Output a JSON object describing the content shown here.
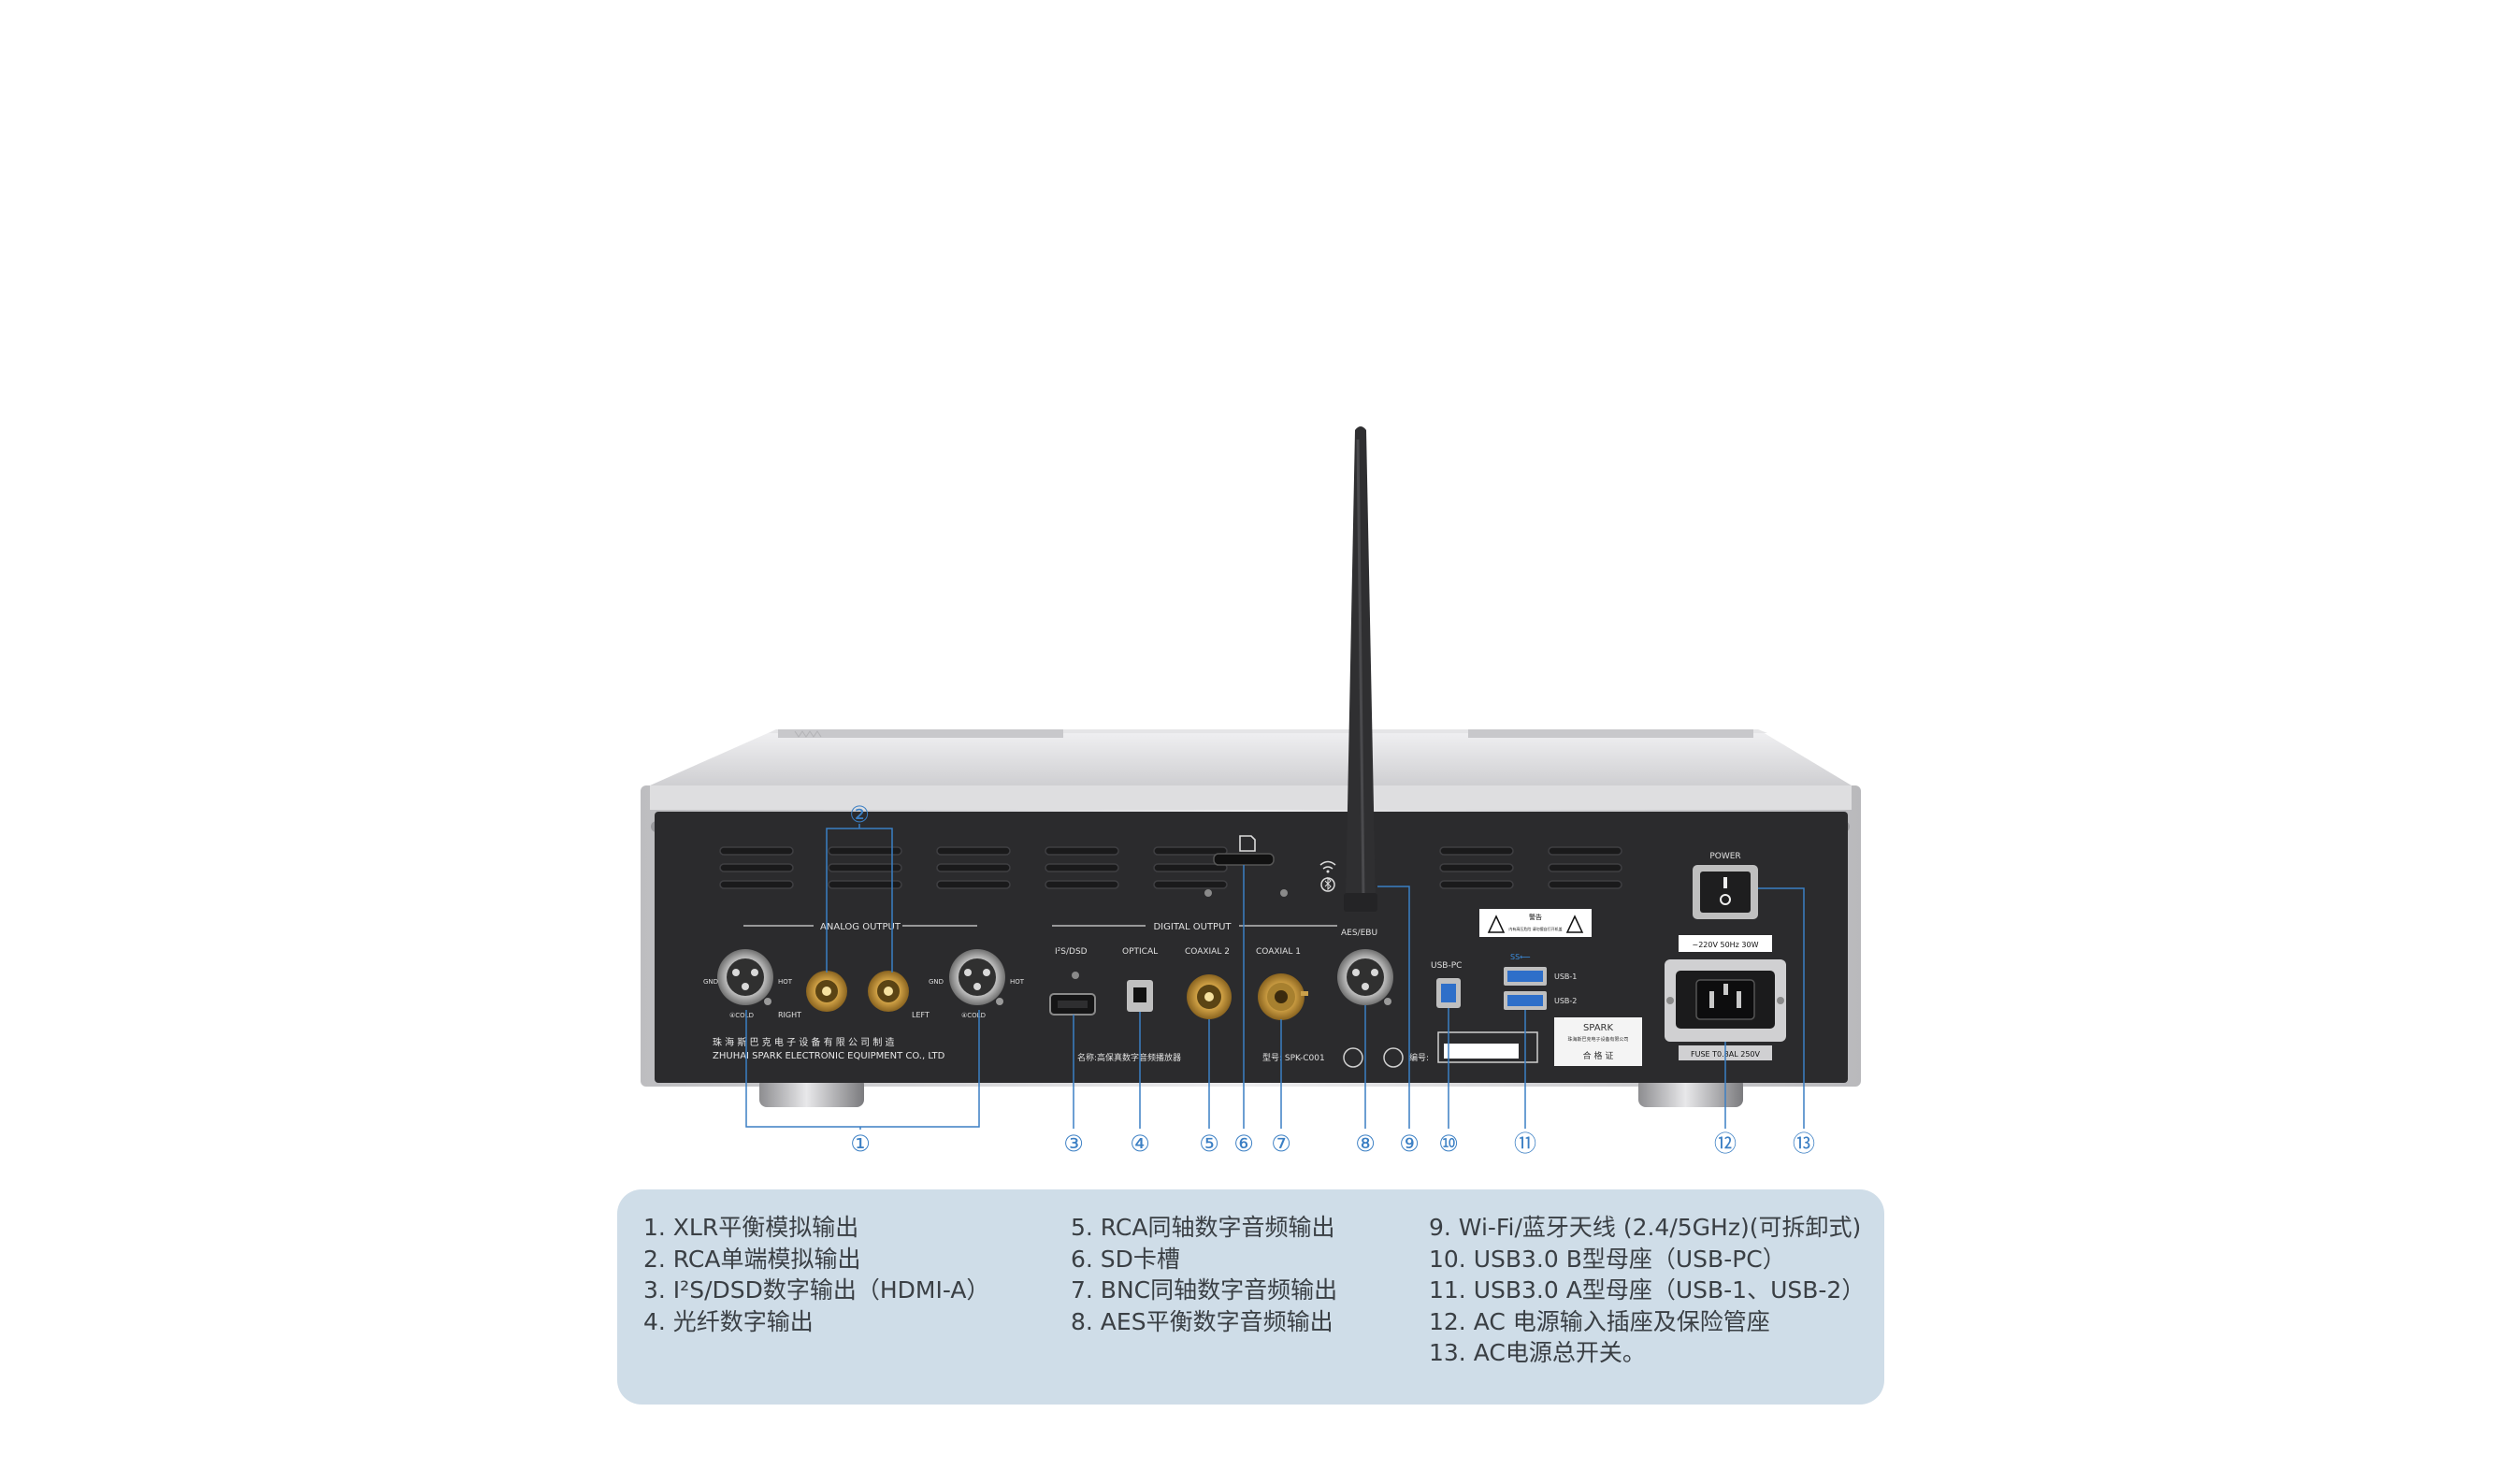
{
  "panel": {
    "analog_output_label": "ANALOG OUTPUT",
    "digital_output_label": "DIGITAL OUTPUT",
    "gnd_label": "GND",
    "hot_label": "HOT",
    "cold_label": "④COLD",
    "right_label": "RIGHT",
    "left_label": "LEFT",
    "i2s_label": "I²S/DSD",
    "optical_label": "OPTICAL",
    "coaxial2_label": "COAXIAL 2",
    "coaxial1_label": "COAXIAL 1",
    "aes_label": "AES/EBU",
    "usb_pc_label": "USB-PC",
    "usb1_label": "USB-1",
    "usb2_label": "USB-2",
    "power_label": "POWER",
    "voltage_label": "~220V 50Hz 30W",
    "fuse_label": "FUSE T0.8AL 250V",
    "maker_cn": "珠 海 斯 巴 克 电 子 设 备 有 限 公 司 制 造",
    "maker_en": "ZHUHAI SPARK ELECTRONIC EQUIPMENT CO., LTD",
    "product_name": "名称:高保真数字音频播放器",
    "model": "型号: SPK-C001",
    "serial": "编号:",
    "warning_title": "警告",
    "warning_text": "内有高压危险 请勿擅自打开机盖",
    "brand": "SPARK",
    "brand_cn": "珠海斯巴克电子设备有限公司",
    "qc_label": "合 格 证"
  },
  "callouts": [
    "①",
    "②",
    "③",
    "④",
    "⑤",
    "⑥",
    "⑦",
    "⑧",
    "⑨",
    "⑩",
    "⑪",
    "⑫",
    "⑬"
  ],
  "legend": {
    "col1": [
      "1. XLR平衡模拟输出",
      "2. RCA单端模拟输出",
      "3. I²S/DSD数字输出（HDMI-A）",
      "4. 光纤数字输出"
    ],
    "col2": [
      "5. RCA同轴数字音频输出",
      "6. SD卡槽",
      "7. BNC同轴数字音频输出",
      "8. AES平衡数字音频输出"
    ],
    "col3": [
      "9. Wi-Fi/蓝牙天线 (2.4/5GHz)(可拆卸式)",
      "10. USB3.0 B型母座（USB-PC）",
      "11. USB3.0 A型母座（USB-1、USB-2）",
      "12. AC 电源输入插座及保险管座",
      "13. AC电源总开关。"
    ]
  },
  "colors": {
    "callout": "#3b7fc4",
    "panel": "#2b2b2d",
    "chassis": "#dcdcde",
    "legend_bg": "#cfdde8"
  }
}
